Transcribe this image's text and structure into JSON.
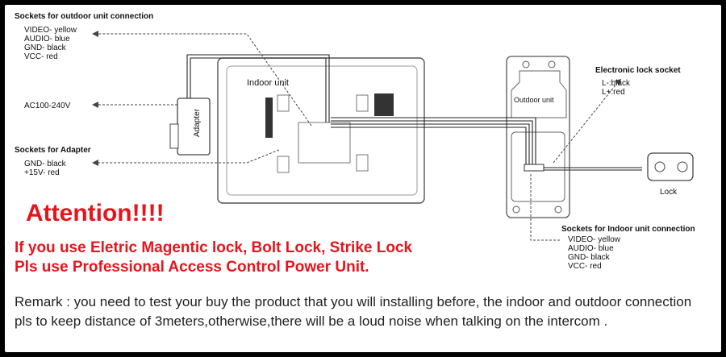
{
  "outdoor_sockets": {
    "title": "Sockets for outdoor unit connection",
    "lines": [
      "VIDEO- yellow",
      "AUDIO- blue",
      "GND- black",
      "VCC- red"
    ]
  },
  "ac_label": "AC100-240V",
  "adapter_sockets": {
    "title": "Sockets for Adapter",
    "lines": [
      "GND- black",
      "+15V- red"
    ]
  },
  "adapter_label": "Adapter",
  "indoor_unit_label": "Indoor unit",
  "outdoor_unit_label": "Outdoor unit",
  "lock_socket": {
    "title": "Electronic lock socket",
    "lines": [
      "L-:black",
      "L+:red"
    ]
  },
  "lock_label": "Lock",
  "indoor_sockets": {
    "title": "Sockets for Indoor unit connection",
    "lines": [
      "VIDEO- yellow",
      "AUDIO- blue",
      "GND- black",
      "VCC- red"
    ]
  },
  "attention": "Attention!!!!",
  "warning_lines": [
    "If you use Eletric Magentic lock, Bolt Lock, Strike Lock",
    "Pls use Professional Access Control Power Unit."
  ],
  "remark": "Remark : you need to test your buy the product that you will installing before, the indoor and outdoor connection pls to keep distance of 3meters,otherwise,there will be a loud noise when talking on the intercom .",
  "colors": {
    "frame": "#000000",
    "background": "#ffffff",
    "warning_red": "#e8141b",
    "line": "#222222"
  }
}
